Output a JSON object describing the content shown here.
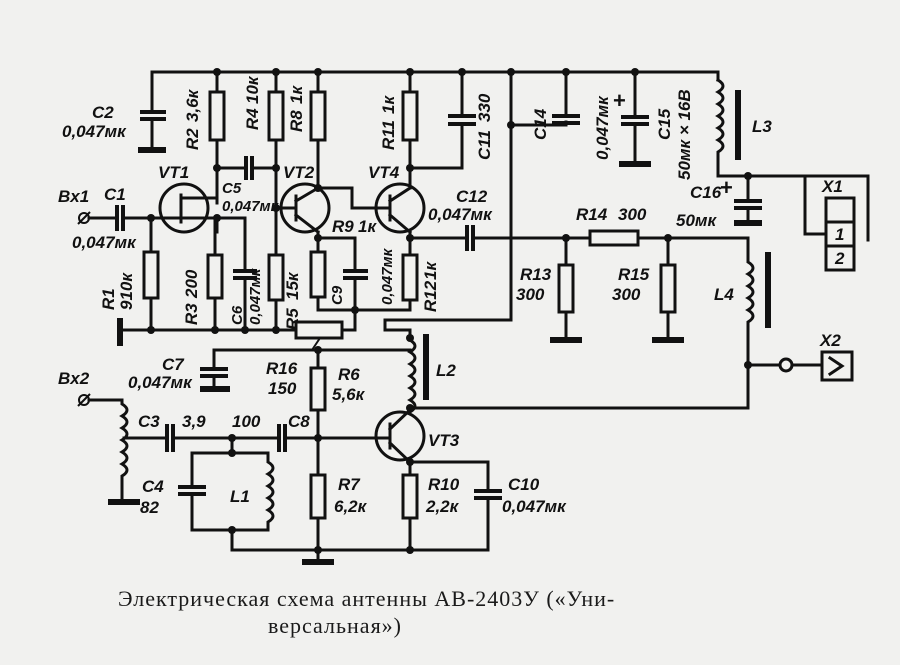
{
  "caption": {
    "line1": "Электрическая схема антенны АВ-2403У («Уни-",
    "line2": "версальная»)"
  },
  "inputs": {
    "bx1": "Bx1",
    "bx2": "Bx2"
  },
  "connectors": {
    "x1": {
      "label": "X1",
      "pins": [
        "1",
        "2"
      ]
    },
    "x2": {
      "label": "X2"
    }
  },
  "transistors": {
    "vt1": "VT1",
    "vt2": "VT2",
    "vt3": "VT3",
    "vt4": "VT4"
  },
  "resistors": {
    "r1": {
      "name": "R1",
      "value": "910к"
    },
    "r2": {
      "name": "R2",
      "value": "3,6к"
    },
    "r3": {
      "name": "R3",
      "value": "200"
    },
    "r4": {
      "name": "R4",
      "value": "10к"
    },
    "r5": {
      "name": "R5",
      "value": "15к"
    },
    "r6": {
      "name": "R6",
      "value": "5,6к"
    },
    "r7": {
      "name": "R7",
      "value": "6,2к"
    },
    "r8": {
      "name": "R8",
      "value": "1к"
    },
    "r9": {
      "name": "R9",
      "value": "1к"
    },
    "r10": {
      "name": "R10",
      "value": "2,2к"
    },
    "r11": {
      "name": "R11",
      "value": "1к"
    },
    "r12": {
      "name": "R12",
      "value": "1к"
    },
    "r13": {
      "name": "R13",
      "value": "300"
    },
    "r14": {
      "name": "R14",
      "value": "300"
    },
    "r15": {
      "name": "R15",
      "value": "300"
    },
    "r16": {
      "name": "R16",
      "value": "150"
    }
  },
  "capacitors": {
    "c1": {
      "name": "C1",
      "value": "0,047мк"
    },
    "c2": {
      "name": "C2",
      "value": "0,047мк"
    },
    "c3": {
      "name": "C3",
      "value": "3,9"
    },
    "c4": {
      "name": "C4",
      "value": "82"
    },
    "c5": {
      "name": "C5",
      "value": "0,047мк"
    },
    "c6": {
      "name": "C6",
      "value": "0,047мк"
    },
    "c7": {
      "name": "C7",
      "value": "0,047мк"
    },
    "c8": {
      "name": "C8",
      "value": "100"
    },
    "c9": {
      "name": "C9",
      "value": "0,047мк"
    },
    "c10": {
      "name": "C10",
      "value": "0,047мк"
    },
    "c11": {
      "name": "C11",
      "value": "330"
    },
    "c12": {
      "name": "C12",
      "value": "0,047мк"
    },
    "c14": {
      "name": "C14",
      "value": "0,047мк"
    },
    "c15": {
      "name": "C15",
      "value": "50мк × 16В"
    },
    "c16": {
      "name": "C16",
      "value": "50мк"
    }
  },
  "inductors": {
    "l1": "L1",
    "l2": "L2",
    "l3": "L3",
    "l4": "L4"
  },
  "polarity_mark": "+",
  "colors": {
    "ink": "#111111",
    "paper": "#f1f1ef"
  }
}
